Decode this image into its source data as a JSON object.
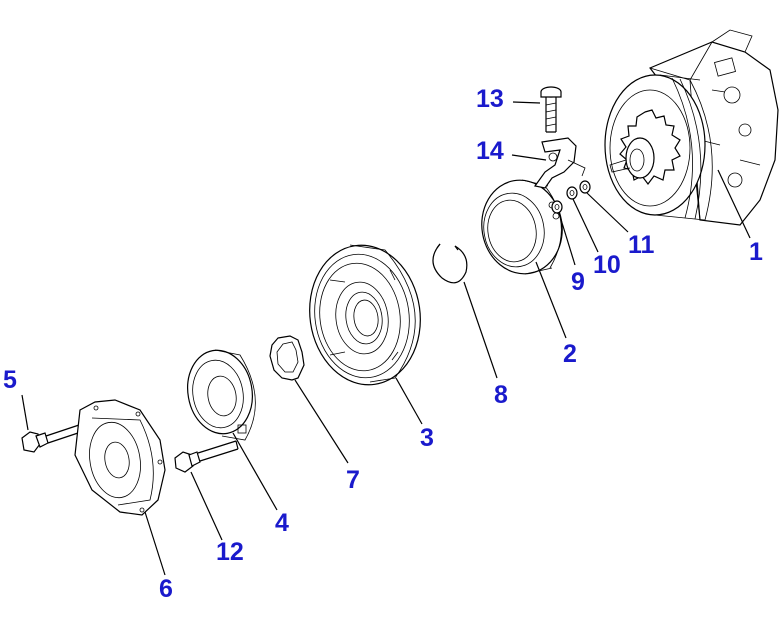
{
  "callout_color": "#1a1acc",
  "labels": {
    "p1": "1",
    "p2": "2",
    "p3": "3",
    "p4": "4",
    "p5": "5",
    "p6": "6",
    "p7": "7",
    "p8": "8",
    "p9": "9",
    "p10": "10",
    "p11": "11",
    "p12": "12",
    "p13": "13",
    "p14": "14"
  }
}
